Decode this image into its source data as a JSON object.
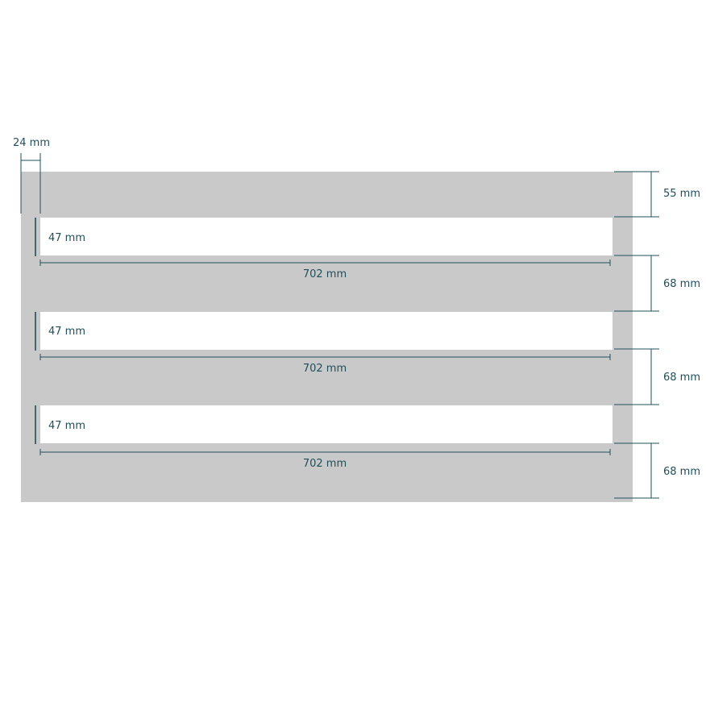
{
  "colors": {
    "panel": "#c9c9c9",
    "dimension": "#1f4f5c",
    "background": "#ffffff"
  },
  "dimensions": {
    "frame_width": "24 mm",
    "top_bar_height": "55 mm",
    "gap_heights": [
      "47 mm",
      "47 mm",
      "47 mm"
    ],
    "gap_widths": [
      "702 mm",
      "702 mm",
      "702 mm"
    ],
    "bar_heights": [
      "68 mm",
      "68 mm",
      "68 mm"
    ]
  }
}
